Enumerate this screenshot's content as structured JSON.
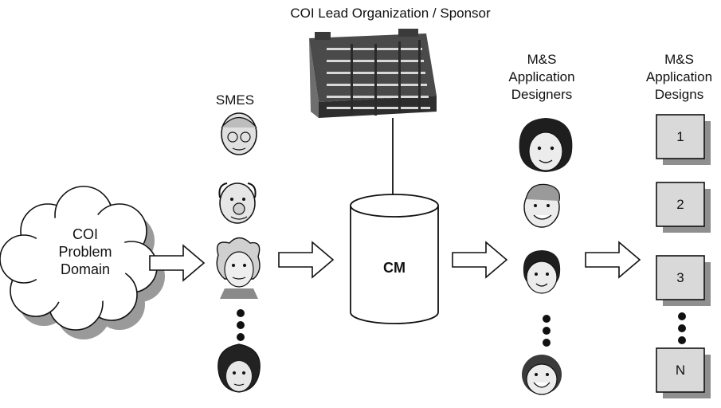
{
  "title": "COI Lead Organization / Sponsor",
  "smes_label": "SMES",
  "designers_label": "M&S\nApplication\nDesigners",
  "designs_label": "M&S\nApplication\nDesigns",
  "cloud_label": "COI\nProblem\nDomain",
  "cylinder_label": "CM",
  "design_boxes": [
    "1",
    "2",
    "3",
    "N"
  ],
  "colors": {
    "ink": "#111111",
    "shadow": "#9a9a9a",
    "box_fill": "#d9d9d9",
    "building": "#5a5a5a"
  }
}
